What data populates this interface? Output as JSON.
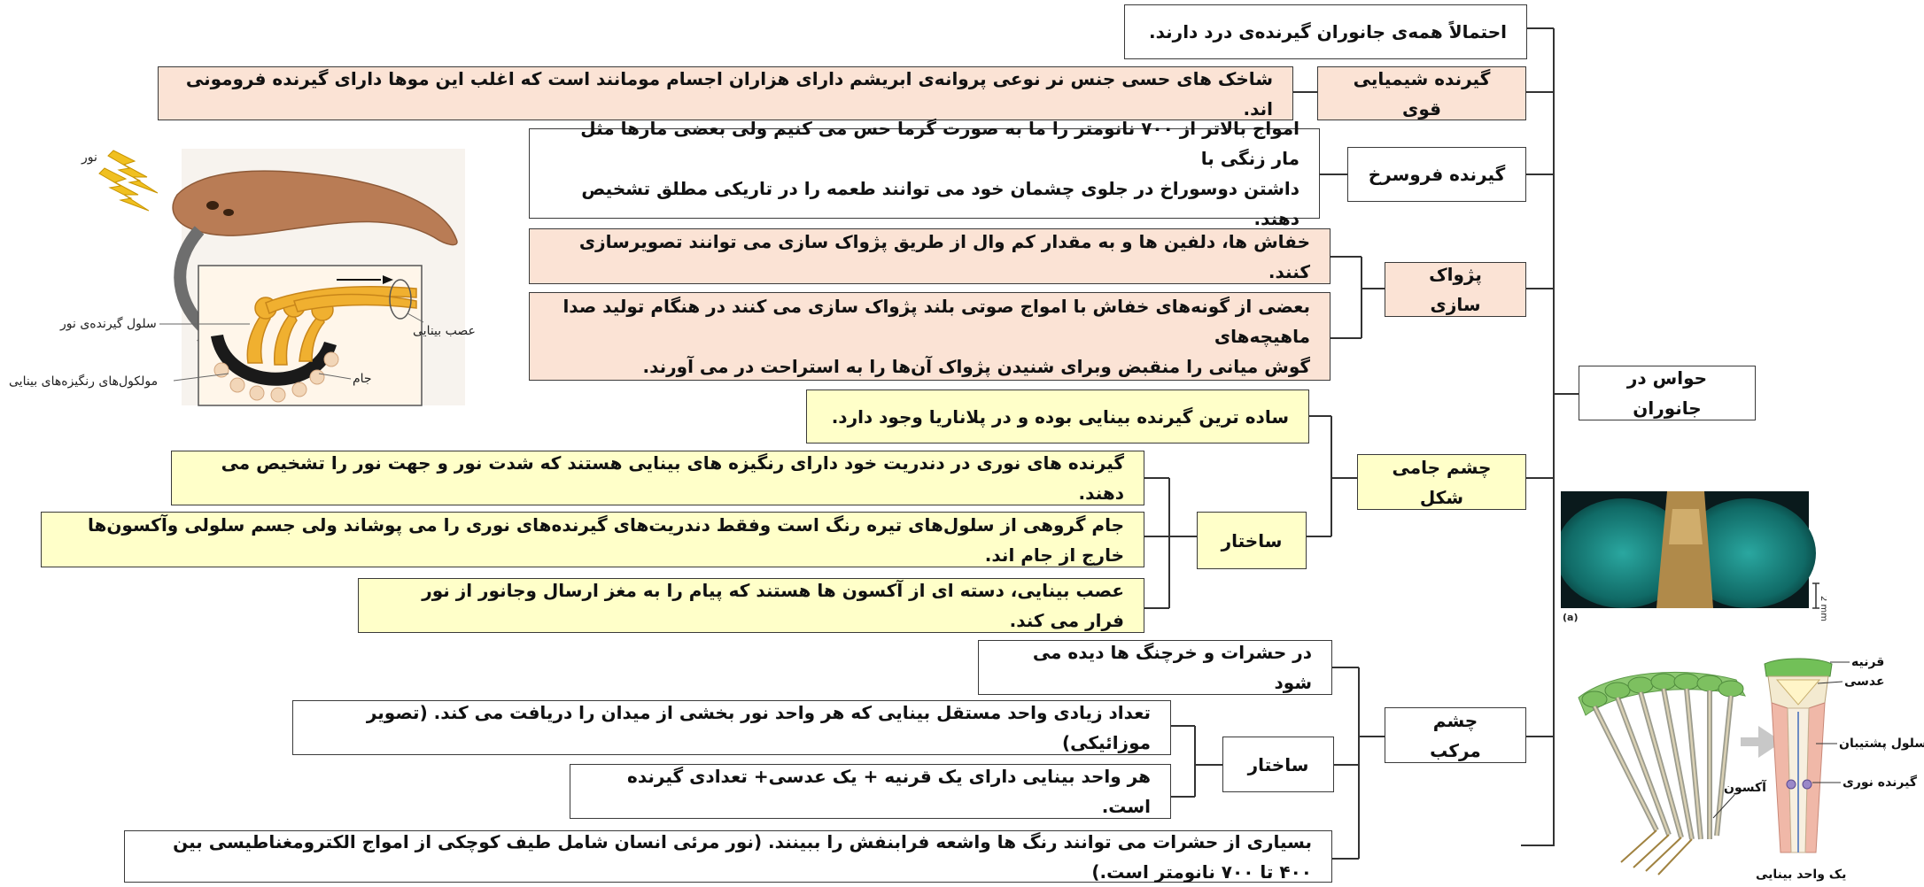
{
  "root": "حواس در جانوران",
  "intro": "احتمالاً همه‌ی جانوران گیرنده‌ی درد دارند.",
  "chemo": {
    "title": "گیرنده شیمیایی قوی",
    "desc": "شاخک های حسی جنس نر نوعی پروانه‌ی ابریشم دارای هزاران اجسام مومانند است که اغلب این موها دارای گیرنده فرومونی اند."
  },
  "infrared": {
    "title": "گیرنده فروسرخ",
    "line1": "امواج بالاتر از ۷۰۰ نانومتر را ما به صورت گرما حس می کنیم ولی بعضی مارها مثل مار زنگی با",
    "line2": "داشتن دوسوراخ در جلوی چشمان خود می توانند طعمه را در تاریکی مطلق تشخیص دهند."
  },
  "echo": {
    "title": "پژواک سازی",
    "desc1": "خفاش ها، دلفین ها و به مقدار کم وال از طریق پژواک سازی می توانند تصویرسازی کنند.",
    "desc2_line1": "بعضی از گونه‌های خفاش با امواج صوتی بلند پژواک سازی می کنند در هنگام تولید صدا ماهیچه‌های",
    "desc2_line2": "گوش میانی را منقبض وبرای شنیدن پژواک آن‌ها را به استراحت در می آورند."
  },
  "cup_eye": {
    "title": "چشم جامی شکل",
    "desc": "ساده ترین گیرنده بینایی بوده و در پلاناریا وجود دارد.",
    "structure_title": "ساختار",
    "s1": "گیرنده های نوری در دندریت خود دارای رنگیزه های بینایی هستند که شدت نور و جهت نور را تشخیص می دهند.",
    "s2": "جام گروهی از سلول‌های تیره رنگ است وفقط دندریت‌های گیرنده‌های نوری را می پوشاند ولی جسم سلولی وآکسون‌ها خارج از جام اند.",
    "s3": "عصب بینایی، دسته ای از آکسون ها هستند که پیام را به مغز ارسال وجانور از نور فرار می کند."
  },
  "compound_eye": {
    "title": "چشم مرکب",
    "desc": "در حشرات و خرچنگ ها دیده می شود",
    "structure_title": "ساختار",
    "s1": "تعداد زیادی واحد مستقل بینایی که هر واحد نور بخشی از میدان را دریافت می کند. (تصویر موزائیکی)",
    "s2": "هر واحد بینایی دارای یک قرنیه + یک عدسی+ تعدادی گیرنده است.",
    "uv": "بسیاری از حشرات می توانند رنگ ها واشعه فرابنفش را ببینند. (نور مرئی انسان شامل طیف کوچکی از امواج الکترومغناطیسی بین ۴۰۰ تا ۷۰۰ نانومتر است.)"
  },
  "planaria_fig": {
    "light": "نور",
    "photoreceptor": "سلول گیرنده‌ی نور",
    "pigment": "مولکول‌های رنگیزه‌های بینایی",
    "cup": "جام",
    "nerve": "عصب بینایی"
  },
  "fly_fig": {
    "scale": "2 mm",
    "tag": "(a)"
  },
  "ommatidium_fig": {
    "cornea": "قرنیه",
    "lens": "عدسی",
    "support": "سلول پشتیبان",
    "receptor": "گیرنده نوری",
    "axon": "آکسون",
    "unit": "یک واحد بینایی"
  }
}
